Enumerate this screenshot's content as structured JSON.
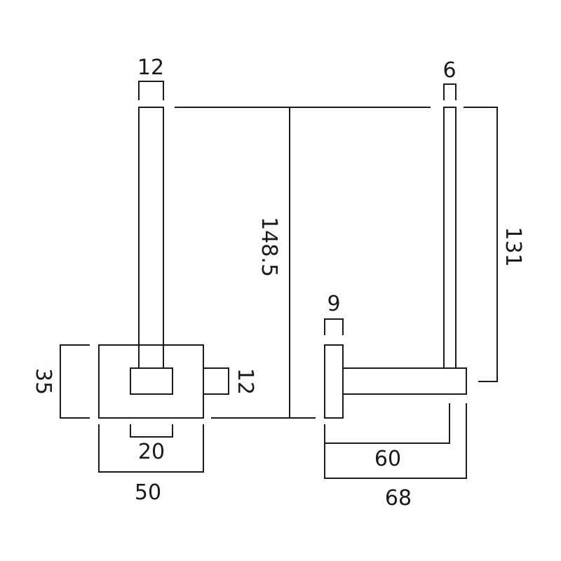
{
  "drawing": {
    "front_view": {
      "bar_width": "12",
      "plate_height": "35",
      "block_height": "12",
      "block_width": "20",
      "plate_width": "50"
    },
    "overall_height": "148.5",
    "side_view": {
      "bar_thickness": "6",
      "plate_thickness": "9",
      "bar_height": "131",
      "arm_length": "60",
      "overall_depth": "68"
    }
  }
}
